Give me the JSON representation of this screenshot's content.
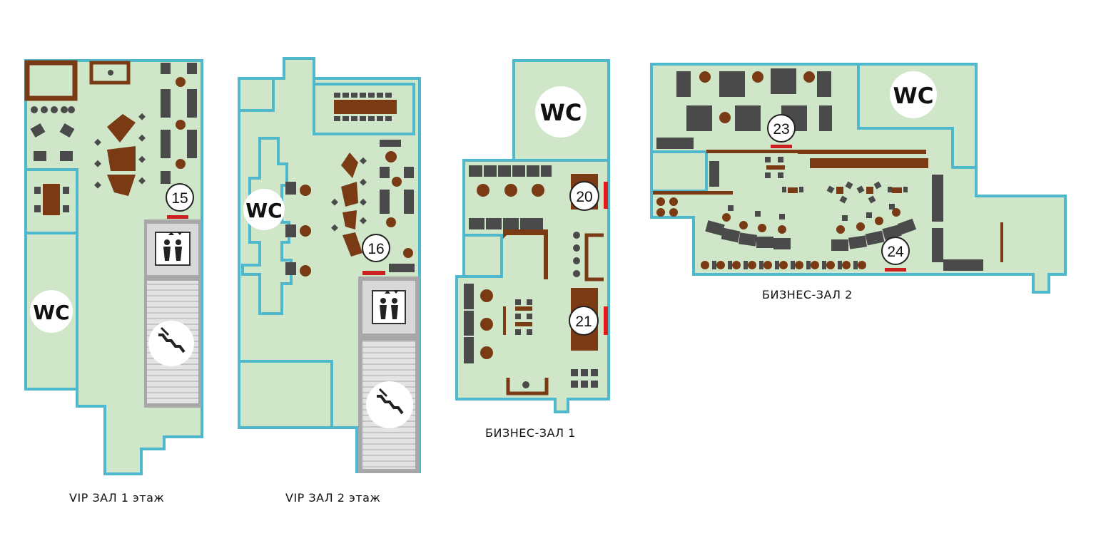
{
  "halls": [
    {
      "caption": "VIP ЗАЛ  1 этаж"
    },
    {
      "caption": "VIP ЗАЛ  2 этаж"
    },
    {
      "caption": "БИЗНЕС-ЗАЛ 1"
    },
    {
      "caption": "БИЗНЕС-ЗАЛ 2"
    }
  ],
  "wc_label": "WC",
  "gates": [
    "15",
    "16",
    "20",
    "21",
    "23",
    "24"
  ],
  "colors": {
    "floor": "#cfe6c8",
    "wall": "#4fb8cc",
    "furniture": "#7a3a14",
    "seat": "#4a4a4a",
    "gate_marker": "#cc1f1f",
    "elevator_stair": "#a8a8a8"
  }
}
